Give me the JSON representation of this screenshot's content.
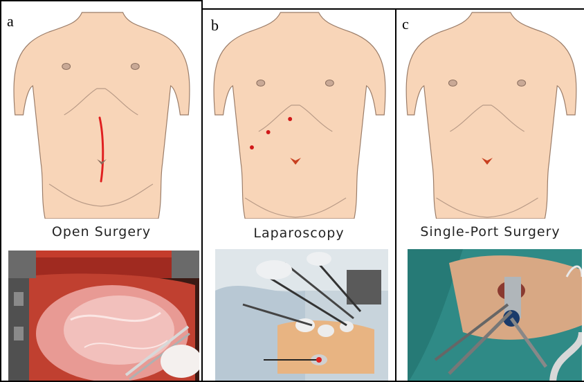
{
  "panels": [
    {
      "letter": "a",
      "caption": "Open Surgery"
    },
    {
      "letter": "b",
      "caption": "Laparoscopy"
    },
    {
      "letter": "c",
      "caption": "Single-Port Surgery"
    }
  ],
  "colors": {
    "skin": "#f8d5b8",
    "outline": "#9a7c68",
    "incision": "#e02020",
    "port": "#d01818",
    "navel": "#c84020"
  }
}
